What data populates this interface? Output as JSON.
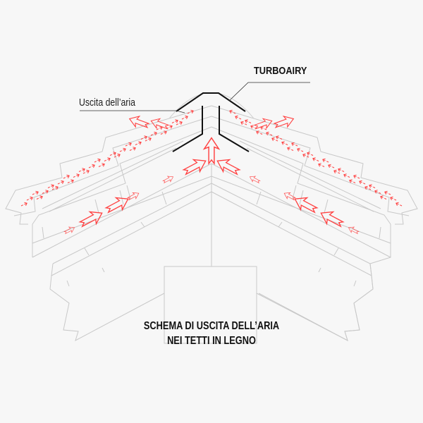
{
  "labels": {
    "product": "TURBOAIRY",
    "air_exit": "Uscita dell’aria"
  },
  "caption": {
    "line1": "SCHEMA DI USCITA DELL’ARIA",
    "line2": "NEI TETTI IN LEGNO"
  },
  "colors": {
    "background": "#f7f7f7",
    "structure": "#c8c8c8",
    "airflow": "#ff4040",
    "turboairy": "#111111"
  }
}
